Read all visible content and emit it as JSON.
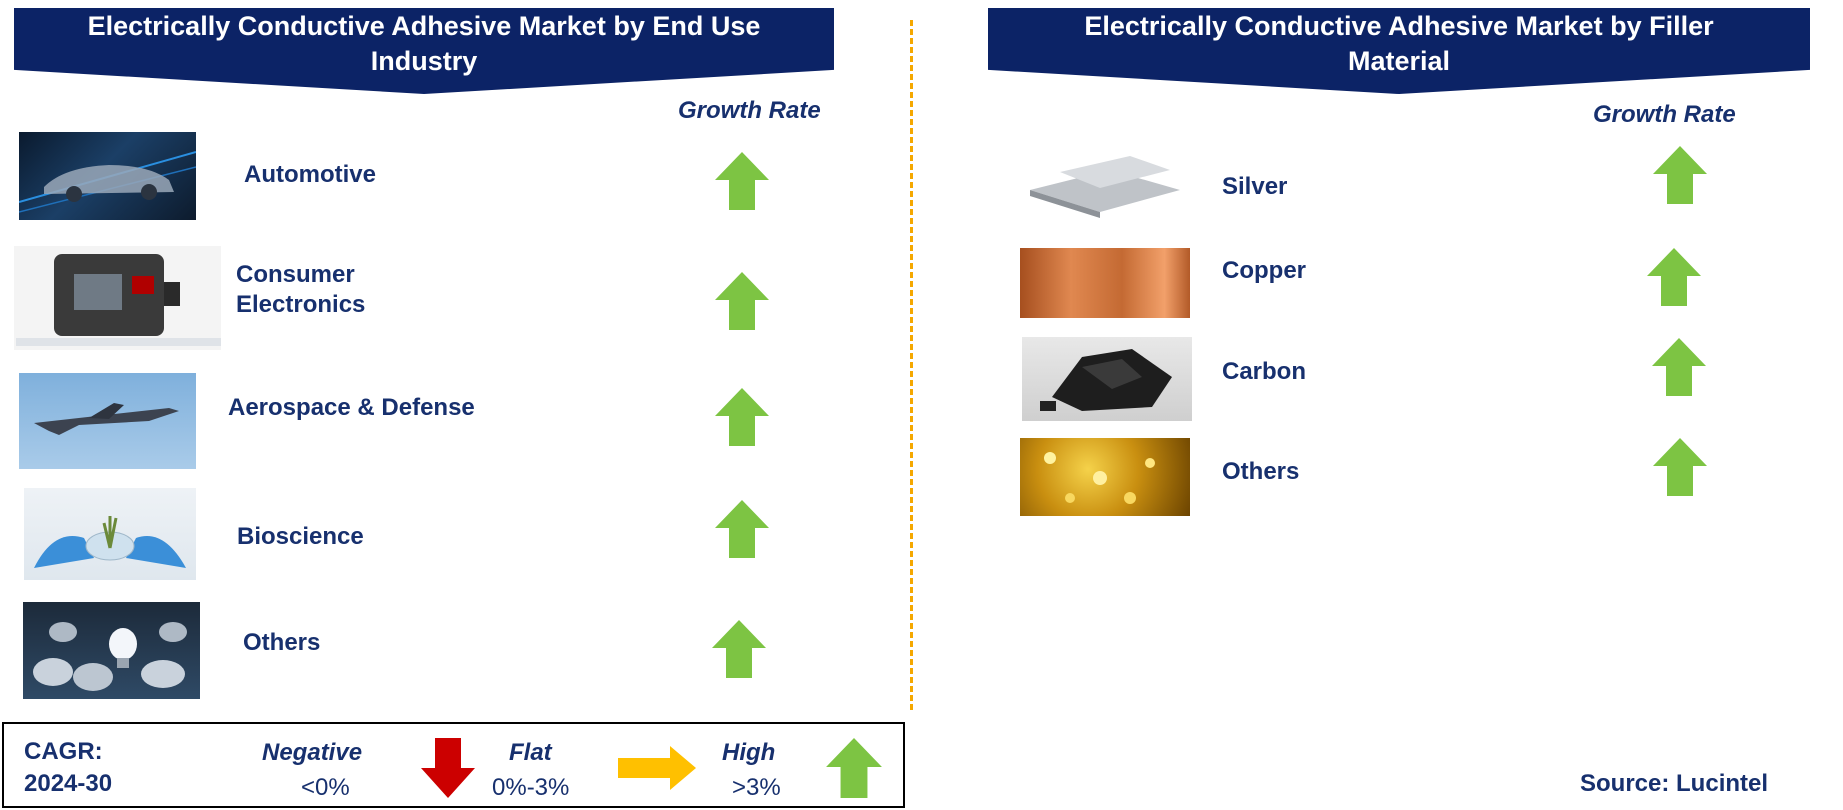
{
  "left_panel": {
    "title_line1": "Electrically Conductive Adhesive  Market by End Use",
    "title_line2": "Industry",
    "growth_rate_label": "Growth Rate",
    "items": [
      {
        "label": "Automotive",
        "trend": "up",
        "image": "car-image"
      },
      {
        "label": "Consumer",
        "label2": "Electronics",
        "trend": "up",
        "image": "camera-image"
      },
      {
        "label": "Aerospace & Defense",
        "trend": "up",
        "image": "jet-image"
      },
      {
        "label": "Bioscience",
        "trend": "up",
        "image": "lab-plant-image"
      },
      {
        "label": "Others",
        "trend": "up",
        "image": "lightbulbs-image"
      }
    ]
  },
  "right_panel": {
    "title_line1": "Electrically Conductive Adhesive  Market by Filler",
    "title_line2": "Material",
    "growth_rate_label": "Growth Rate",
    "items": [
      {
        "label": "Silver",
        "trend": "up",
        "image": "silver-bars-image"
      },
      {
        "label": "Copper",
        "trend": "up",
        "image": "copper-image"
      },
      {
        "label": "Carbon",
        "trend": "up",
        "image": "carbon-image"
      },
      {
        "label": "Others",
        "trend": "up",
        "image": "gold-flakes-image"
      }
    ]
  },
  "legend": {
    "cagr_line1": "CAGR:",
    "cagr_line2": "2024-30",
    "negative_label": "Negative",
    "negative_range": "<0%",
    "flat_label": "Flat",
    "flat_range": "0%-3%",
    "high_label": "High",
    "high_range": ">3%"
  },
  "source": "Source: Lucintel",
  "colors": {
    "banner": "#0c2366",
    "text": "#17306e",
    "up_arrow": "#7dc443",
    "down_arrow": "#cc0000",
    "flat_arrow": "#ffc000",
    "divider": "#f5a800"
  }
}
